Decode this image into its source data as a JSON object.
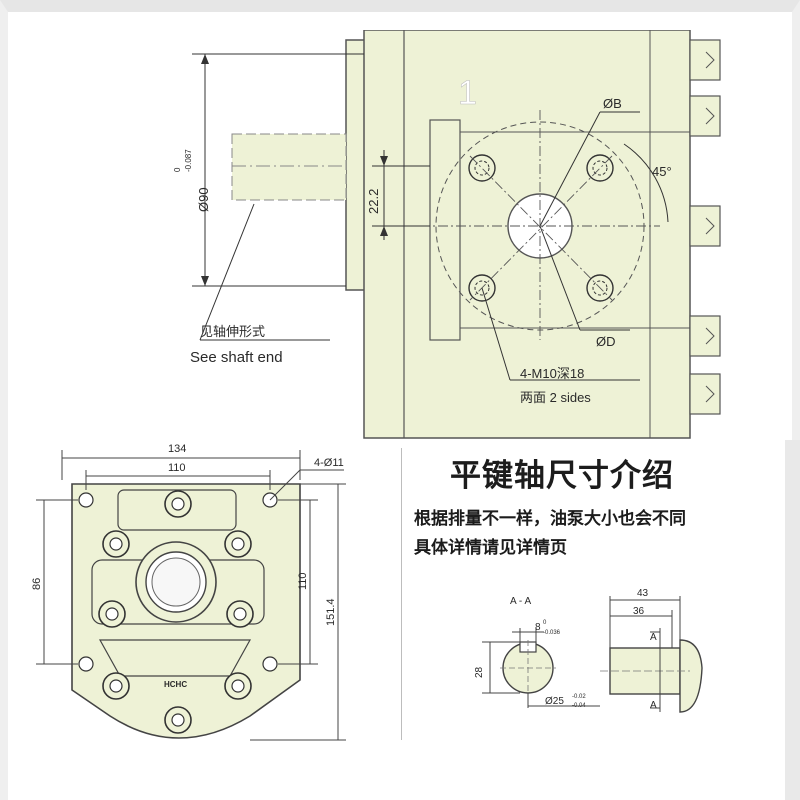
{
  "top_view": {
    "shaft_dia": "Ø90",
    "shaft_tol_upper": "0",
    "shaft_tol_lower": "-0.087",
    "height_dim": "22.2",
    "dia_b": "ØB",
    "angle": "45°",
    "dia_d": "ØD",
    "bolt_spec": "4-M10深18",
    "sides": "两面 2 sides",
    "shaft_note_cn": "见轴伸形式",
    "shaft_note_en": "See shaft end",
    "watermark": "1"
  },
  "front_view": {
    "width_outer": "134",
    "width_inner": "110",
    "hole_spec": "4-Ø11",
    "height_left": "86",
    "height_inner": "110",
    "height_outer": "151.4",
    "brand": "HCHC"
  },
  "info": {
    "title": "平键轴尺寸介绍",
    "line1": "根据排量不一样，油泵大小也会不同",
    "line2": "具体详情请见详情页"
  },
  "shaft_detail": {
    "section_label": "A - A",
    "key_width": "8",
    "key_tol_upper": "0",
    "key_tol_lower": "-0.036",
    "height": "28",
    "dia": "Ø25",
    "dia_tol_upper": "-0.02",
    "dia_tol_lower": "-0.04",
    "length_outer": "43",
    "length_inner": "36",
    "cut_a_top": "A",
    "cut_a_bottom": "A"
  }
}
